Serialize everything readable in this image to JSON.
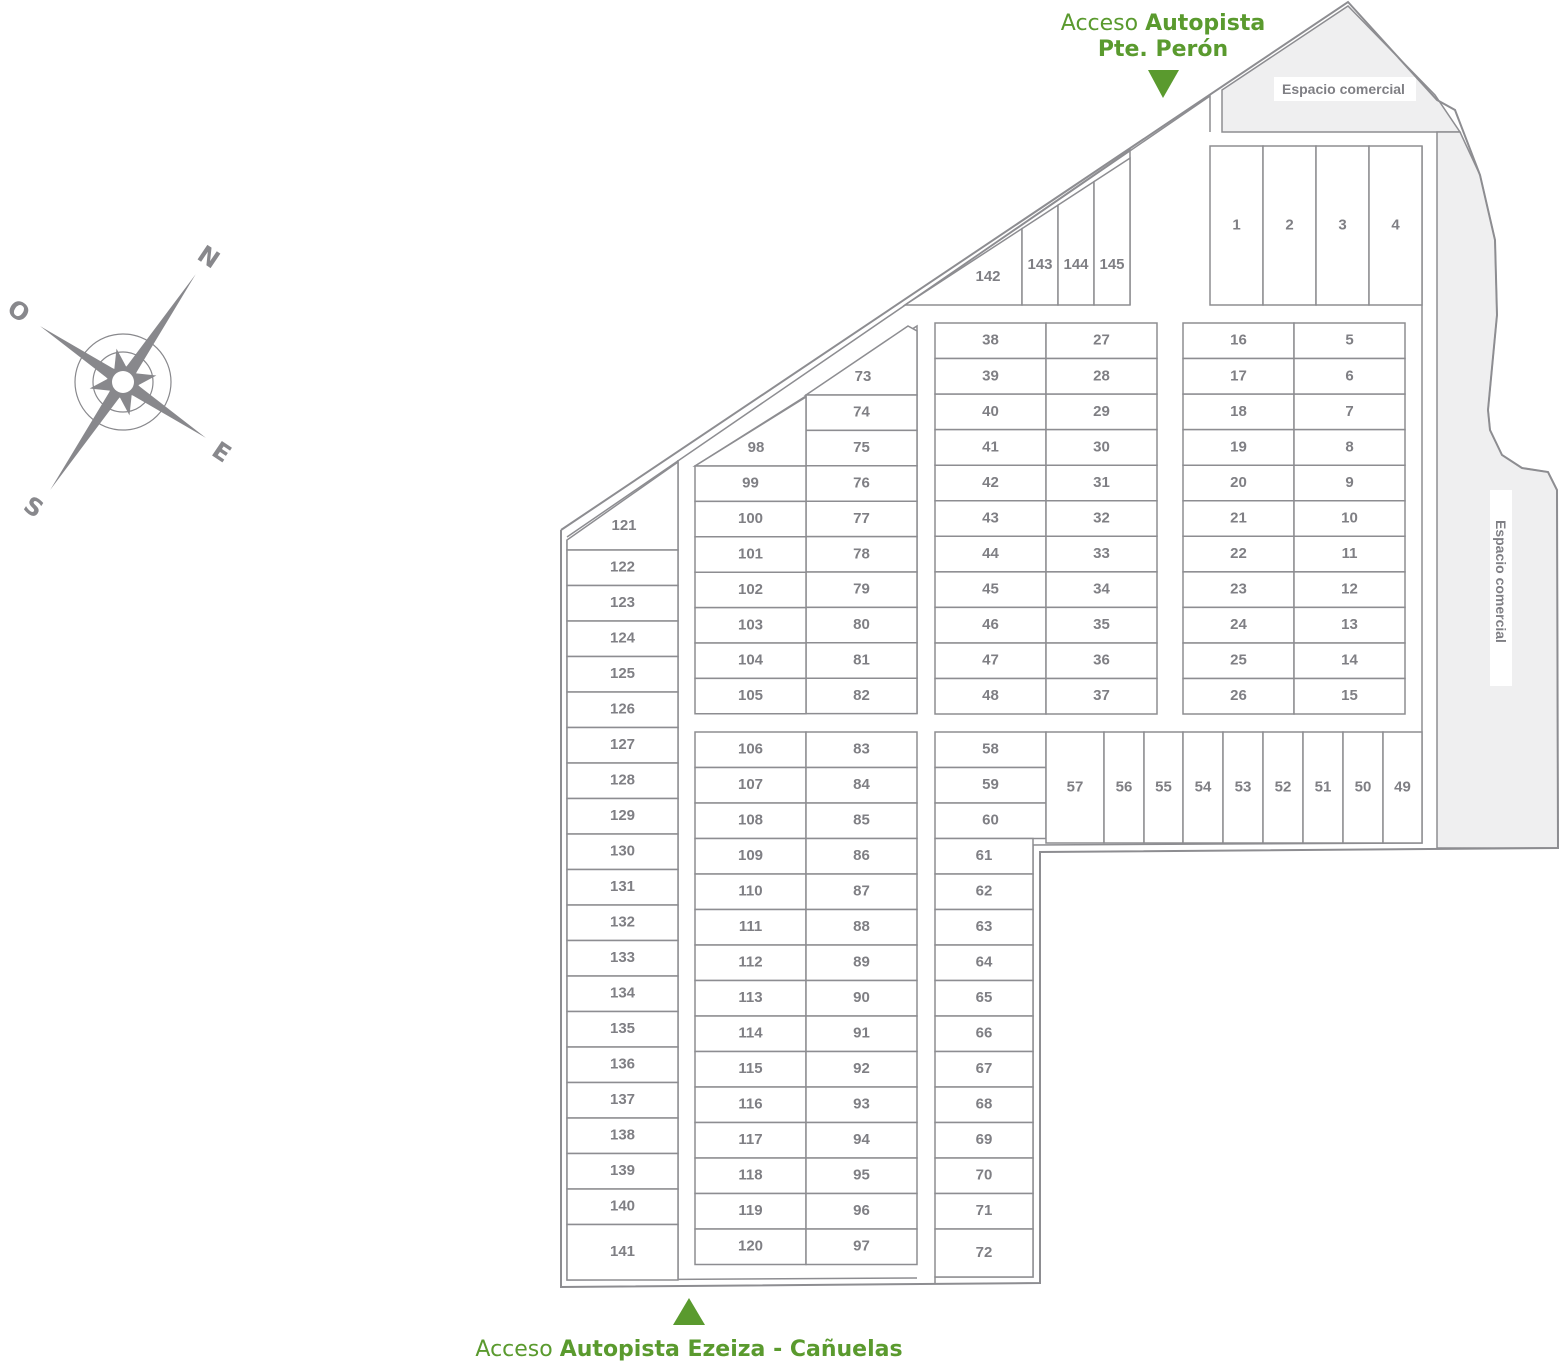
{
  "title_top": {
    "prefix": "Acceso ",
    "bold1": "Autopista",
    "bold2": "Pte. Perón"
  },
  "title_bottom": {
    "prefix": "Acceso ",
    "bold": "Autopista Ezeiza - Cañuelas"
  },
  "commercial_label": "Espacio comercial",
  "compass": {
    "n": "N",
    "s": "S",
    "e": "E",
    "o": "O"
  },
  "colors": {
    "accent": "#5a9a2e",
    "line": "#8d8d91",
    "text": "#7f7f84"
  },
  "blocks": {
    "top_row": [
      "1",
      "2",
      "3",
      "4"
    ],
    "diag": [
      "142",
      "143",
      "144",
      "145"
    ],
    "b38_left": [
      "38",
      "39",
      "40",
      "41",
      "42",
      "43",
      "44",
      "45",
      "46",
      "47",
      "48"
    ],
    "b38_right": [
      "27",
      "28",
      "29",
      "30",
      "31",
      "32",
      "33",
      "34",
      "35",
      "36",
      "37"
    ],
    "b16_left": [
      "16",
      "17",
      "18",
      "19",
      "20",
      "21",
      "22",
      "23",
      "24",
      "25",
      "26"
    ],
    "b16_right": [
      "5",
      "6",
      "7",
      "8",
      "9",
      "10",
      "11",
      "12",
      "13",
      "14",
      "15"
    ],
    "b73_right": [
      "73",
      "74",
      "75",
      "76",
      "77",
      "78",
      "79",
      "80",
      "81",
      "82"
    ],
    "b98_left": [
      "98",
      "99",
      "100",
      "101",
      "102",
      "103",
      "104",
      "105"
    ],
    "b106_left": [
      "106",
      "107",
      "108",
      "109",
      "110",
      "111",
      "112",
      "113",
      "114",
      "115",
      "116",
      "117",
      "118",
      "119",
      "120"
    ],
    "b106_right": [
      "83",
      "84",
      "85",
      "86",
      "87",
      "88",
      "89",
      "90",
      "91",
      "92",
      "93",
      "94",
      "95",
      "96",
      "97"
    ],
    "b58": [
      "58",
      "59",
      "60",
      "61",
      "62",
      "63",
      "64",
      "65",
      "66",
      "67",
      "68",
      "69",
      "70",
      "71",
      "72"
    ],
    "b57": [
      "57",
      "56",
      "55",
      "54",
      "53",
      "52",
      "51",
      "50",
      "49"
    ],
    "b121": [
      "121",
      "122",
      "123",
      "124",
      "125",
      "126",
      "127",
      "128",
      "129",
      "130",
      "131",
      "132",
      "133",
      "134",
      "135",
      "136",
      "137",
      "138",
      "139",
      "140",
      "141"
    ]
  }
}
